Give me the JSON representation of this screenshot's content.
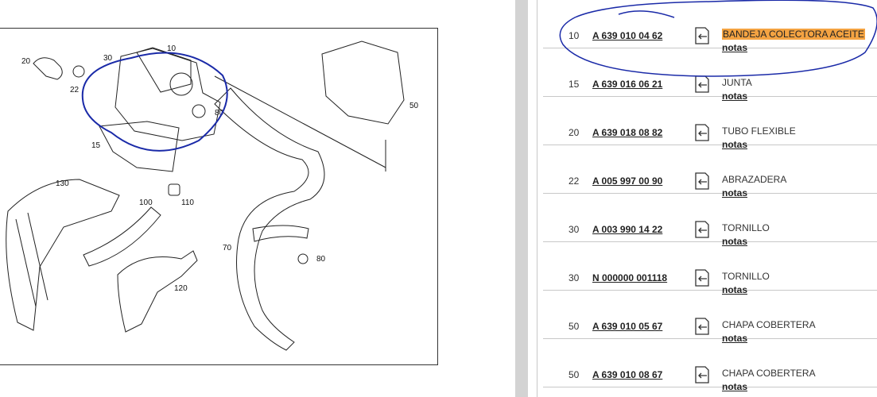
{
  "diagram": {
    "callouts": [
      "10",
      "15",
      "20",
      "22",
      "30",
      "50",
      "70",
      "80",
      "80",
      "100",
      "110",
      "120",
      "130"
    ]
  },
  "parts": [
    {
      "pos": "10",
      "partno": "A 639 010 04 62",
      "desc": "BANDEJA COLECTORA ACEITE",
      "notes": "notas",
      "highlight": true
    },
    {
      "pos": "15",
      "partno": "A 639 016 06 21",
      "desc": "JUNTA",
      "notes": "notas",
      "highlight": false
    },
    {
      "pos": "20",
      "partno": "A 639 018 08 82",
      "desc": "TUBO FLEXIBLE",
      "notes": "notas",
      "highlight": false
    },
    {
      "pos": "22",
      "partno": "A 005 997 00 90",
      "desc": "ABRAZADERA",
      "notes": "notas",
      "highlight": false
    },
    {
      "pos": "30",
      "partno": "A 003 990 14 22",
      "desc": "TORNILLO",
      "notes": "notas",
      "highlight": false
    },
    {
      "pos": "30",
      "partno": "N 000000 001118",
      "desc": "TORNILLO",
      "notes": "notas",
      "highlight": false
    },
    {
      "pos": "50",
      "partno": "A 639 010 05 67",
      "desc": "CHAPA COBERTERA",
      "notes": "notas",
      "highlight": false
    },
    {
      "pos": "50",
      "partno": "A 639 010 08 67",
      "desc": "CHAPA COBERTERA",
      "notes": "notas",
      "highlight": false
    }
  ],
  "icons": {
    "document": "document-arrow-icon"
  },
  "colors": {
    "highlight": "#f4a342",
    "annotation": "#1a2aa8"
  }
}
